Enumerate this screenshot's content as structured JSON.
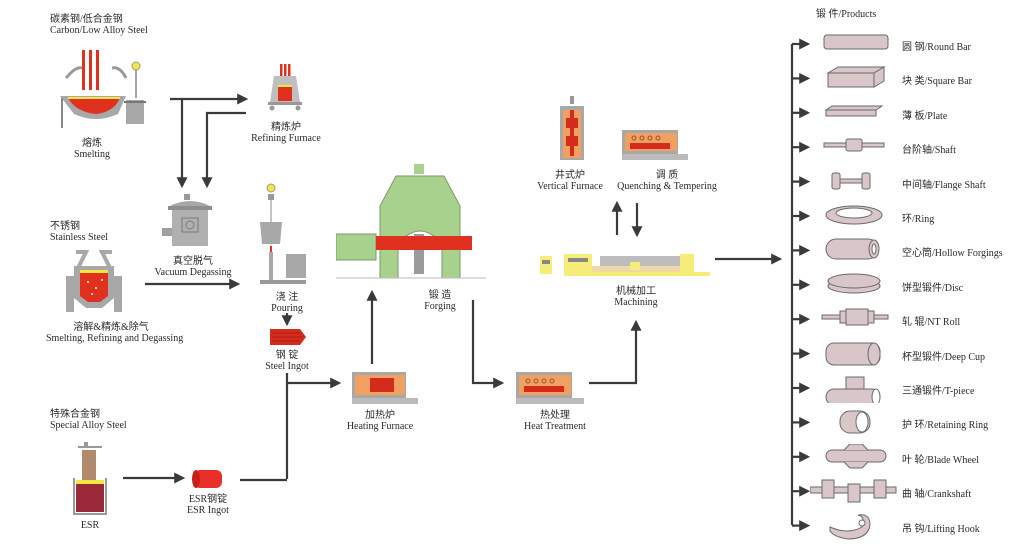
{
  "sources": {
    "carbon": {
      "zh": "碳素钢/低合金钢",
      "en": "Carbon/Low Alloy Steel"
    },
    "stainless": {
      "zh": "不锈钢",
      "en": "Stainless Steel"
    },
    "special": {
      "zh": "特殊合金钢",
      "en": "Special Alloy Steel"
    }
  },
  "steps": {
    "smelting": {
      "zh": "熔炼",
      "en": "Smelting"
    },
    "refining": {
      "zh": "精炼炉",
      "en": "Refining Furnace"
    },
    "vacuum": {
      "zh": "真空脱气",
      "en": "Vacuum Degassing"
    },
    "srd": {
      "zh": "溶解&精炼&除气",
      "en": "Smelting, Refining and Degassing"
    },
    "pouring": {
      "zh": "浇 注",
      "en": "Pouring"
    },
    "ingot": {
      "zh": "钢 锭",
      "en": "Steel Ingot"
    },
    "esr": {
      "en": "ESR"
    },
    "esr_ingot": {
      "zh": "ESR钢锭",
      "en": "ESR Ingot"
    },
    "heating": {
      "zh": "加热炉",
      "en": "Heating Furnace"
    },
    "forging": {
      "zh": "锻 造",
      "en": "Forging"
    },
    "heat_treatment": {
      "zh": "热处理",
      "en": "Heat Treatment"
    },
    "vertical": {
      "zh": "井式炉",
      "en": "Vertical Furnace"
    },
    "quench": {
      "zh": "调 质",
      "en": "Quenching & Tempering"
    },
    "machining": {
      "zh": "机械加工",
      "en": "Machining"
    }
  },
  "products": {
    "title": "锻 件/Products",
    "items": [
      {
        "label": "圆 钢/Round Bar",
        "shape": "round-bar"
      },
      {
        "label": "块 类/Square Bar",
        "shape": "square-bar"
      },
      {
        "label": "薄 板/Plate",
        "shape": "plate"
      },
      {
        "label": "台阶轴/Shaft",
        "shape": "shaft"
      },
      {
        "label": "中间轴/Flange Shaft",
        "shape": "flange-shaft"
      },
      {
        "label": "环/Ring",
        "shape": "ring"
      },
      {
        "label": "空心筒/Hollow Forgings",
        "shape": "hollow"
      },
      {
        "label": "饼型锻件/Disc",
        "shape": "disc"
      },
      {
        "label": "轧 辊/NT Roll",
        "shape": "roll"
      },
      {
        "label": "杯型锻件/Deep Cup",
        "shape": "cup"
      },
      {
        "label": "三通锻件/T-piece",
        "shape": "tpiece"
      },
      {
        "label": "护 环/Retaining Ring",
        "shape": "retaining-ring"
      },
      {
        "label": "叶 轮/Blade Wheel",
        "shape": "blade-wheel"
      },
      {
        "label": "曲 轴/Crankshaft",
        "shape": "crankshaft"
      },
      {
        "label": "吊 钩/Lifting Hook",
        "shape": "hook"
      }
    ]
  },
  "colors": {
    "arrow": "#3a3a3a",
    "molten": "#e0301e",
    "furnace": "#f0a060",
    "press": "#a9d18e",
    "machine": "#f5ec7a",
    "product": "#d9c6c9",
    "steel": "#a8a8a8"
  }
}
